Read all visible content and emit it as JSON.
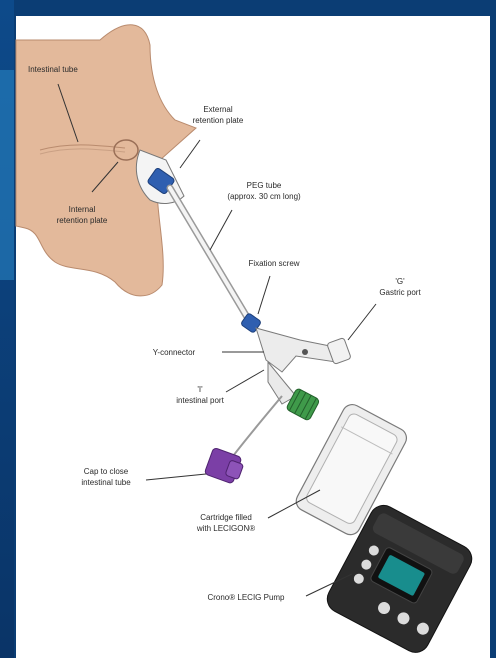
{
  "labels": {
    "intestinal_tube": "Intestinal tube",
    "external_plate_1": "External",
    "external_plate_2": "retention plate",
    "internal_plate_1": "Internal",
    "internal_plate_2": "retention plate",
    "peg_tube_1": "PEG tube",
    "peg_tube_2": "(approx. 30 cm long)",
    "fixation_screw": "Fixation screw",
    "gastric_port_1": "'G'",
    "gastric_port_2": "Gastric port",
    "y_connector": "Y-connector",
    "intestinal_port_1": "'I'",
    "intestinal_port_2": "intestinal port",
    "cap_1": "Cap to close",
    "cap_2": "intestinal tube",
    "cartridge_1": "Cartridge filled",
    "cartridge_2": "with LECIGON®",
    "pump": "Crono® LECIG Pump"
  },
  "colors": {
    "frame": "#0b3d74",
    "skin": "#e3b99b",
    "skin_stroke": "#b98b6e",
    "blue_part": "#2f5fb0",
    "green_cap": "#3f9a4a",
    "purple_cap": "#7b3fa6",
    "pump_body": "#2b2b2b",
    "screen": "#1aa3a3"
  }
}
